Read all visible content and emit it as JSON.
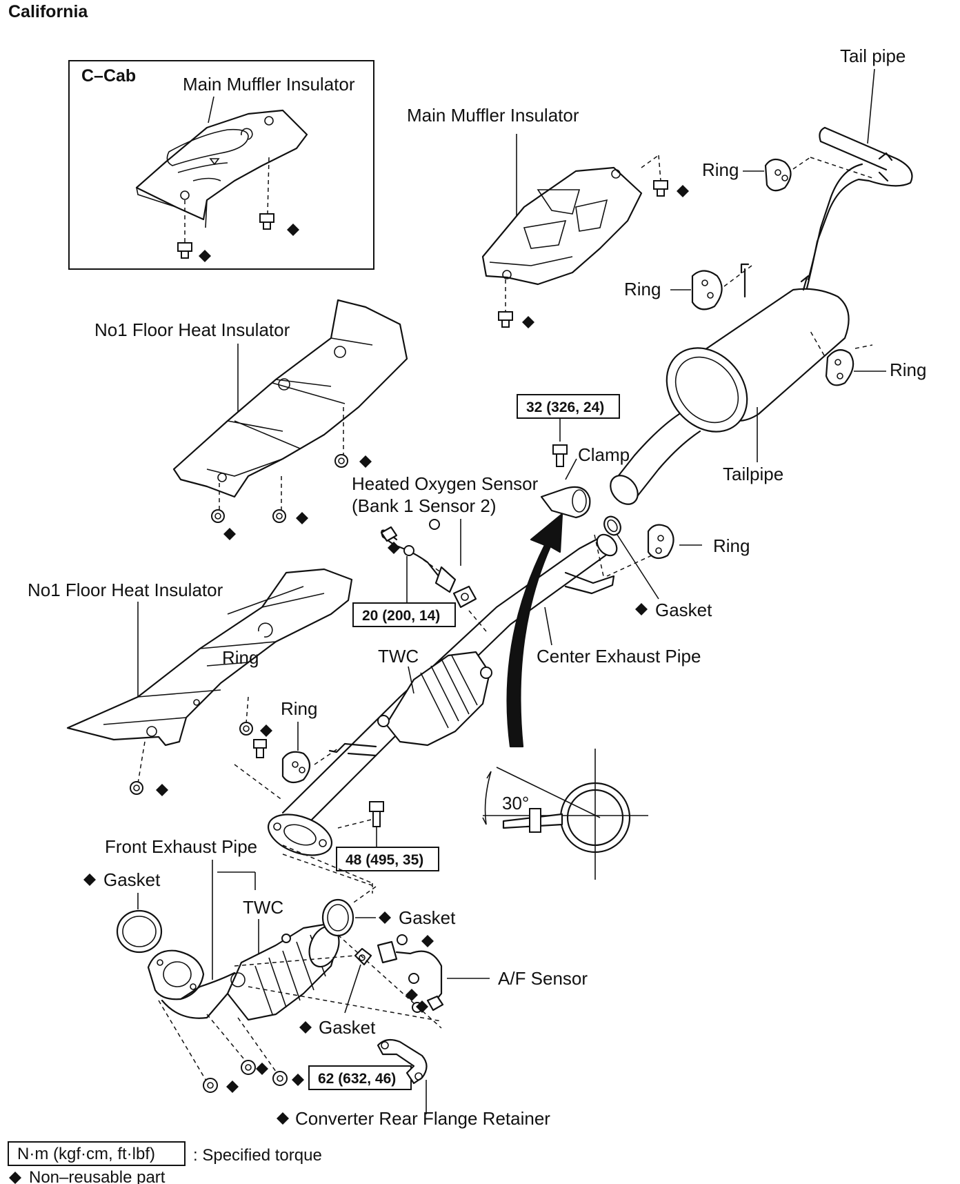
{
  "page_title": "California",
  "inset_title": "C–Cab",
  "labels": {
    "tail_pipe": "Tail pipe",
    "main_muffler_insulator": "Main Muffler Insulator",
    "ring": "Ring",
    "no1_floor_heat_insulator": "No1 Floor Heat Insulator",
    "clamp": "Clamp",
    "heated_oxygen_sensor": "Heated Oxygen Sensor",
    "bank_sensor": "(Bank 1 Sensor 2)",
    "tailpipe": "Tailpipe",
    "gasket": "Gasket",
    "center_exhaust_pipe": "Center Exhaust Pipe",
    "twc": "TWC",
    "front_exhaust_pipe": "Front Exhaust Pipe",
    "af_sensor": "A/F Sensor",
    "converter_rear_flange_retainer": "Converter Rear Flange Retainer",
    "angle": "30°"
  },
  "torques": {
    "clamp_bolt": "32 (326, 24)",
    "oxygen_sensor_nut": "20 (200, 14)",
    "center_pipe_bolt": "48 (495, 35)",
    "front_pipe_nut": "62 (632, 46)"
  },
  "legend": {
    "torque_unit": "N·m (kgf·cm, ft·lbf)",
    "torque_desc": ": Specified torque",
    "non_reusable": "Non–reusable part"
  },
  "icons": {
    "non_reusable_marker": "diamond-icon",
    "fastener": "bolt-icon"
  }
}
